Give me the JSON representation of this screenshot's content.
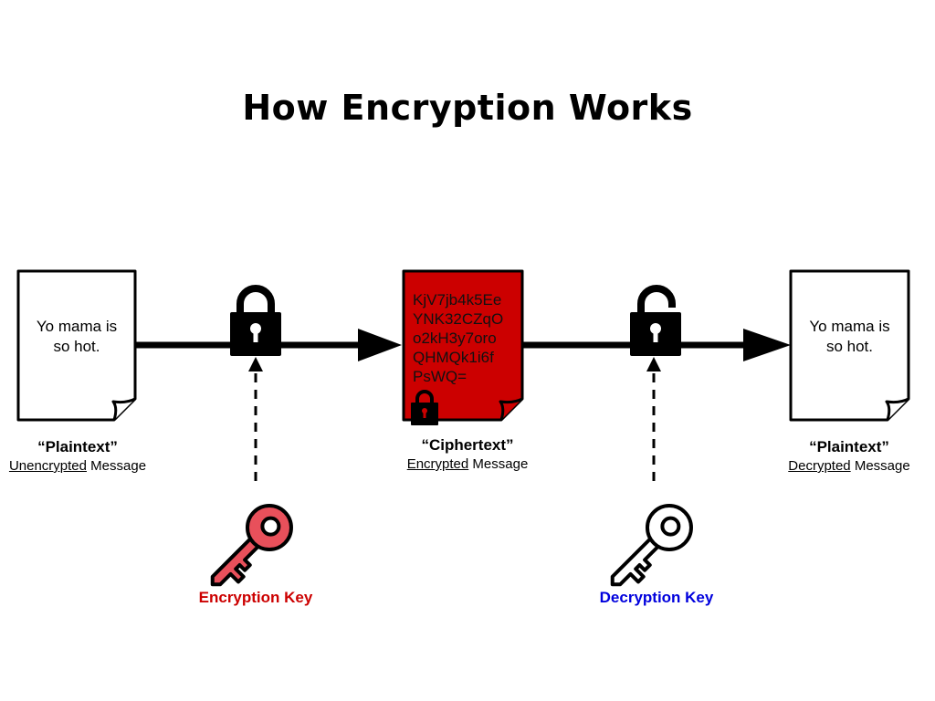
{
  "title": "How Encryption Works",
  "plaintext_doc": {
    "text_line1": "Yo mama is",
    "text_line2": "so hot."
  },
  "ciphertext_doc": {
    "lines": [
      "KjV7jb4k5Ee",
      "YNK32CZqO",
      "o2kH3y7oro",
      "QHMQk1i6f",
      "PsWQ="
    ]
  },
  "decrypted_doc": {
    "text_line1": "Yo mama is",
    "text_line2": "so hot."
  },
  "captions": {
    "left": {
      "title": "“Plaintext”",
      "underlined": "Unencrypted",
      "rest": " Message"
    },
    "middle": {
      "title": "“Ciphertext”",
      "underlined": "Encrypted",
      "rest": " Message"
    },
    "right": {
      "title": "“Plaintext”",
      "underlined": "Decrypted",
      "rest": " Message"
    }
  },
  "keys": {
    "encryption": {
      "label": "Encryption Key",
      "color": "#cc0000",
      "fill": "#e8505b"
    },
    "decryption": {
      "label": "Decryption Key",
      "color": "#0000dd",
      "fill": "#ffffff"
    }
  },
  "colors": {
    "cipher_doc": "#cc0000",
    "ink": "#000000"
  }
}
